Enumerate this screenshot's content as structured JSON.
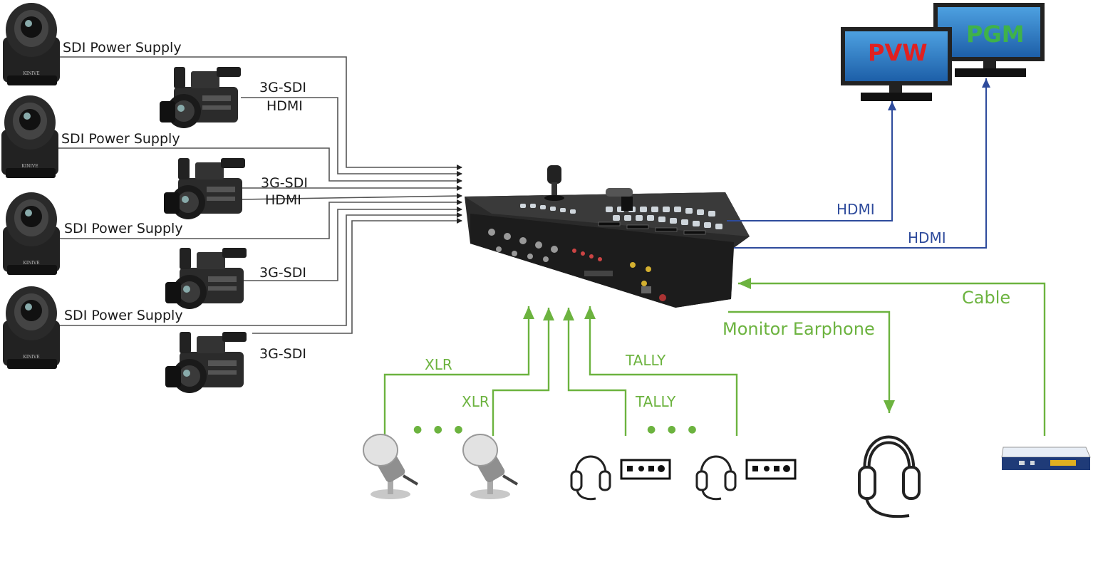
{
  "colors": {
    "green": "#6cb33f",
    "blue": "#2e4b9c",
    "line": "#555555",
    "pvw_text": "#e02020",
    "pgm_text": "#3fb24a",
    "screen": "#2f7fc8"
  },
  "sources": {
    "ptz_label": "SDI Power Supply",
    "cam1_labels": [
      "3G-SDI",
      "HDMI"
    ],
    "cam2_labels": [
      "3G-SDI",
      "HDMI"
    ],
    "cam3_label": "3G-SDI",
    "cam4_label": "3G-SDI"
  },
  "monitors": {
    "pvw": "PVW",
    "pgm": "PGM",
    "link_pvw": "HDMI",
    "link_pgm": "HDMI"
  },
  "peripherals": {
    "cable": "Cable",
    "monitor_earphone": "Monitor Earphone",
    "xlr1": "XLR",
    "xlr2": "XLR",
    "tally1": "TALLY",
    "tally2": "TALLY",
    "ellipsis": "● ● ●"
  },
  "icons": [
    "ptz-camera-icon",
    "camcorder-icon",
    "switcher-console-icon",
    "monitor-icon",
    "microphone-icon",
    "headset-icon",
    "tally-box-icon",
    "headphones-icon",
    "network-switch-icon"
  ]
}
